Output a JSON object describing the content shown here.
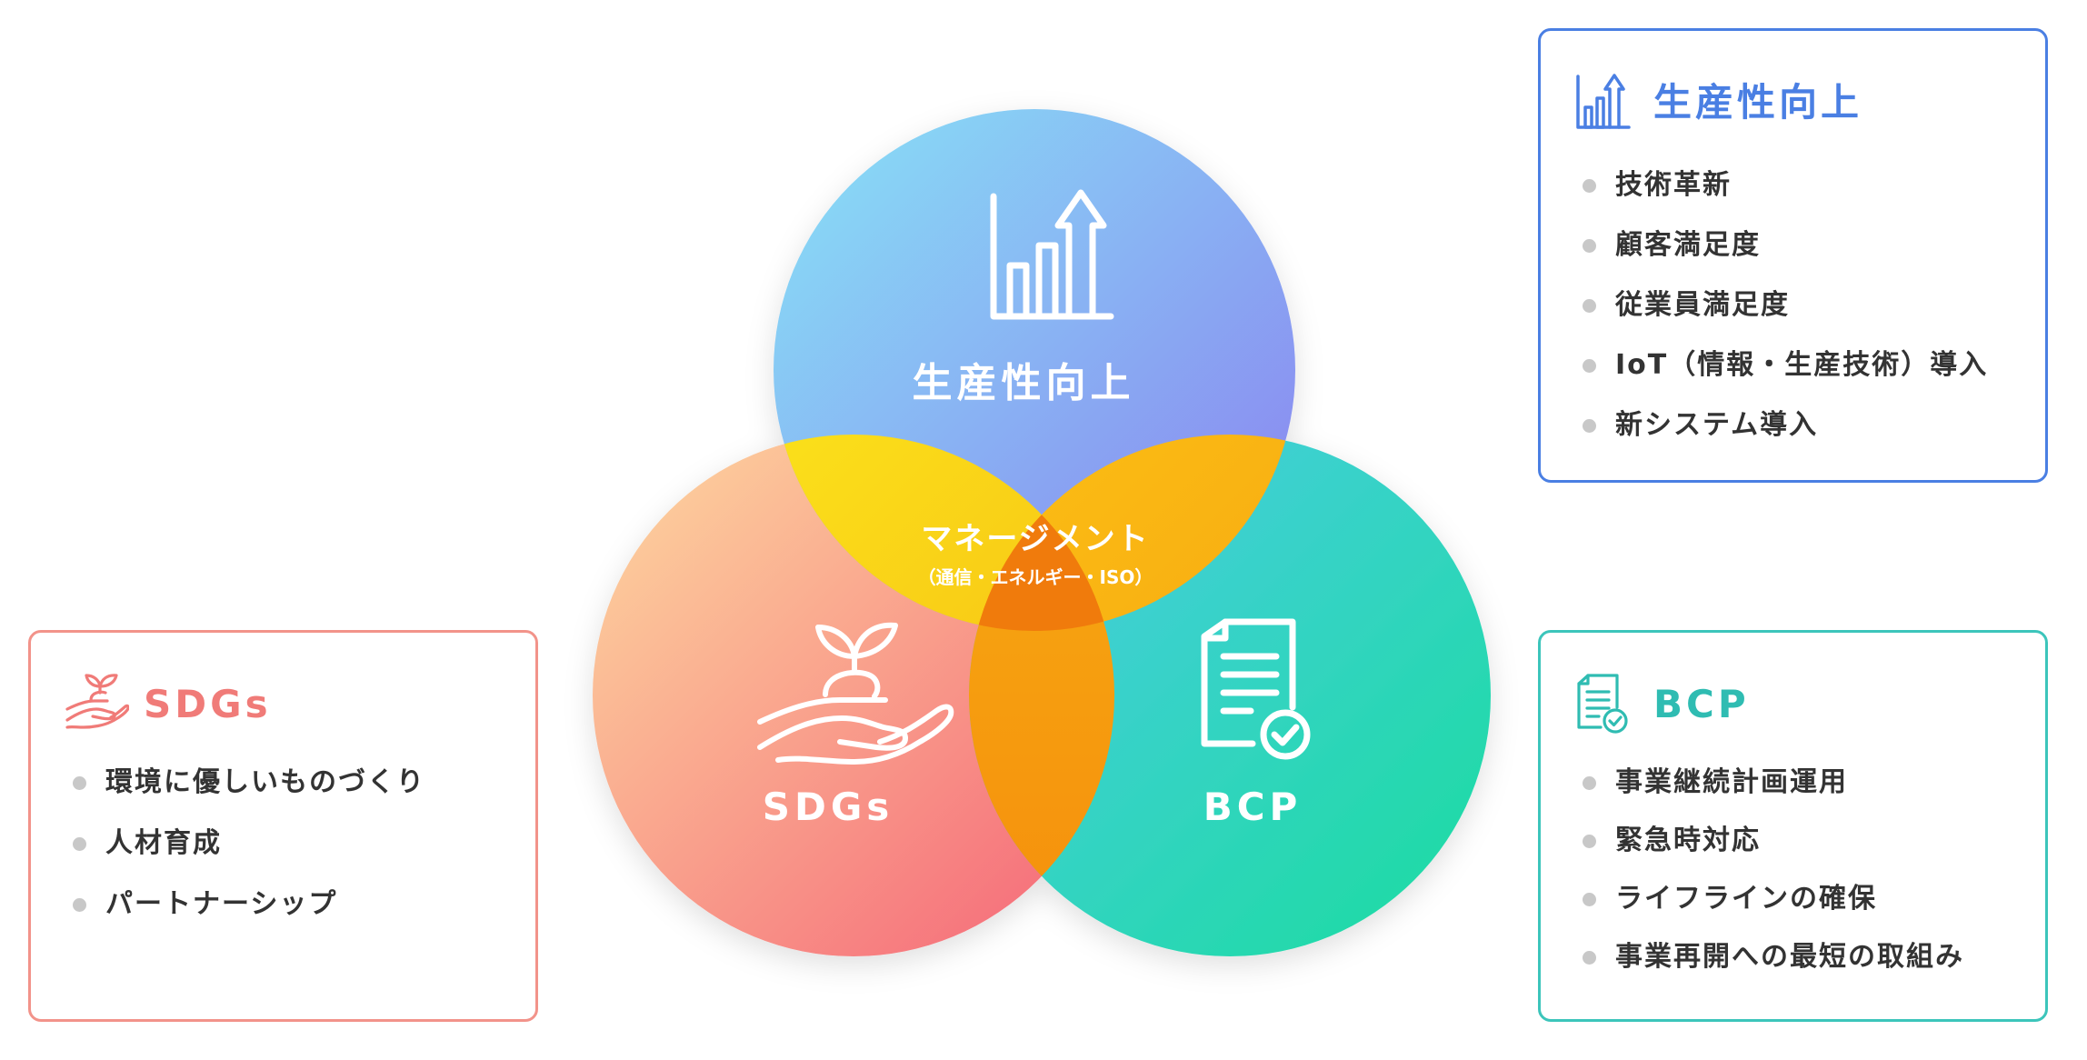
{
  "diagram": {
    "center_label": "マネージメント",
    "center_sublabel": "（通信・エネルギー・ISO）",
    "circles": [
      {
        "id": "productivity",
        "label": "生産性向上",
        "icon": "bar-chart-arrow-icon"
      },
      {
        "id": "sdgs",
        "label": "SDGs",
        "icon": "sprout-hand-icon"
      },
      {
        "id": "bcp",
        "label": "BCP",
        "icon": "document-check-icon"
      }
    ]
  },
  "panels": {
    "productivity": {
      "title": "生産性向上",
      "icon": "bar-chart-arrow-icon",
      "color": "#4a7fe3",
      "items": [
        "技術革新",
        "顧客満足度",
        "従業員満足度",
        "IoT（情報・生産技術）導入",
        "新システム導入"
      ]
    },
    "sdgs": {
      "title": "SDGs",
      "icon": "sprout-hand-icon",
      "color": "#f07b78",
      "items": [
        "環境に優しいものづくり",
        "人材育成",
        "パートナーシップ"
      ]
    },
    "bcp": {
      "title": "BCP",
      "icon": "document-check-icon",
      "color": "#2fbcb2",
      "items": [
        "事業継続計画運用",
        "緊急時対応",
        "ライフラインの確保",
        "事業再開への最短の取組み"
      ]
    }
  },
  "colors": {
    "productivity_gradient": [
      "#88e3f6",
      "#8a7ef0"
    ],
    "sdgs_gradient": [
      "#fdd9a0",
      "#f56477"
    ],
    "bcp_gradient": [
      "#4ccbe6",
      "#1bdc9f"
    ],
    "overlap_yellow": "#fbe01c",
    "overlap_orange": "#f5a10f",
    "center": "#f07b0c",
    "bullet": "#c8c8c8"
  }
}
